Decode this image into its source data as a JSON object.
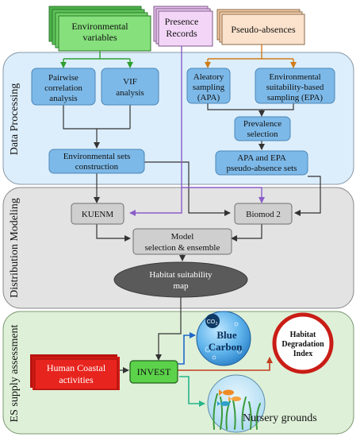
{
  "colors": {
    "green_box": "#7ddc6f",
    "pink_box": "#f1d4f6",
    "orange_box": "#fbe0c8",
    "blue_panel": "#dceefb",
    "gray_panel": "#e3e3e3",
    "green_panel": "#def0d8",
    "process_box": "#7db9e8",
    "gray_box": "#cfcfcf",
    "ellipse": "#5a5a5a",
    "arrow_green": "#2f9e2f",
    "arrow_orange": "#d07b1a",
    "arrow_purple": "#8a5cc9",
    "arrow_blue": "#1f67c9",
    "arrow_red": "#c43d1f",
    "arrow_teal": "#27b58a",
    "human_red": "#e8241e"
  },
  "inputs": {
    "env_vars": [
      "Environmental",
      "variables"
    ],
    "presence": [
      "Presence",
      "Records"
    ],
    "pseudo": "Pseudo-absences"
  },
  "sections": {
    "data_processing": "Data Processing",
    "distribution_modeling": "Distribution Modeling",
    "es_supply": "ES supply assessment"
  },
  "data_processing": {
    "pairwise": [
      "Pairwise",
      "correlation",
      "analysis"
    ],
    "vif": [
      "VIF",
      "analysis"
    ],
    "aleatory": [
      "Aleatory",
      "sampling",
      "(APA)"
    ],
    "env_suit": [
      "Environmental",
      "suitability-based",
      "sampling (EPA)"
    ],
    "prevalence": [
      "Prevalence",
      "selection"
    ],
    "env_sets": [
      "Environmental sets",
      "construction"
    ],
    "apa_epa": [
      "APA and EPA",
      "pseudo-absence sets"
    ]
  },
  "distribution_modeling": {
    "kuenm": "KUENM",
    "biomod": "Biomod 2",
    "model_sel": [
      "Model",
      "selection & ensemble"
    ],
    "habitat": [
      "Habitat suitability",
      "map"
    ]
  },
  "es_supply": {
    "human": [
      "Human Coastal",
      "activities"
    ],
    "invest": "INVEST",
    "blue_carbon": [
      "Blue",
      "Carbon"
    ],
    "co2": "CO",
    "co2_sub": "2",
    "hdi": [
      "Habitat",
      "Degradation",
      "Index"
    ],
    "nursery": "Nursery grounds"
  }
}
